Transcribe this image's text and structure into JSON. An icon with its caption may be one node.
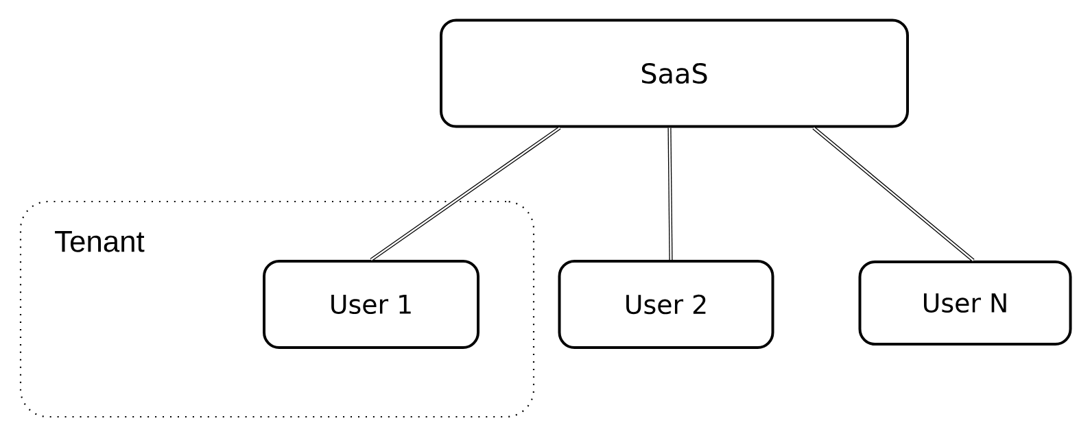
{
  "diagram": {
    "nodes": [
      {
        "text": [
          "SaaS"
        ]
      },
      {
        "text": [
          "Tenant"
        ]
      },
      {
        "text": [
          "User 1"
        ],
        "in": 1
      },
      {
        "text": [
          "User 2"
        ]
      },
      {
        "text": [
          "User N"
        ]
      }
    ],
    "edges": [
      {
        "from": 0,
        "to": 2,
        "arrow": "none"
      },
      {
        "from": 0,
        "to": 3,
        "arrow": "none"
      },
      {
        "from": 0,
        "to": 4,
        "arrow": "none"
      }
    ]
  }
}
